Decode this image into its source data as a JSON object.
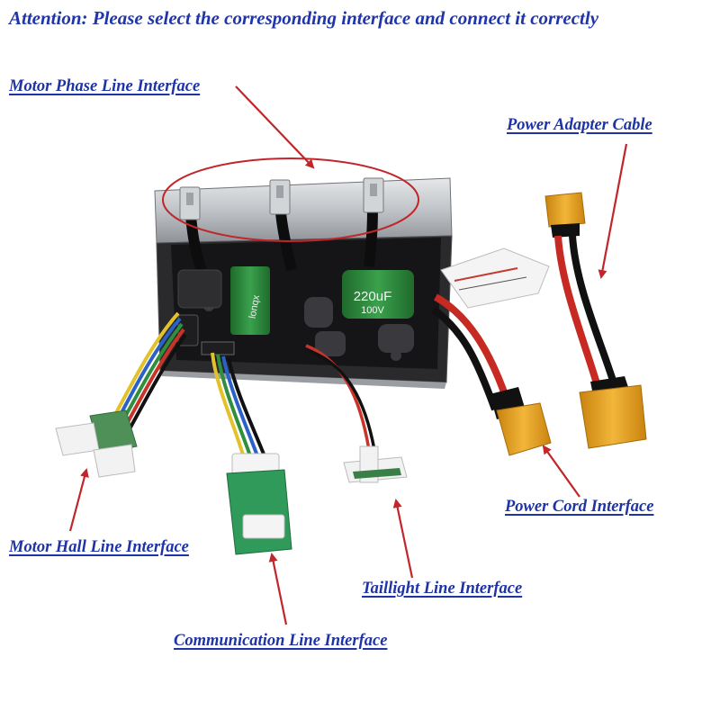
{
  "attention": "Attention: Please select the corresponding interface and connect it correctly",
  "labels": {
    "motor_phase": "Motor Phase Line Interface",
    "power_adapter": "Power Adapter Cable",
    "motor_hall": "Motor Hall Line Interface",
    "power_cord": "Power Cord Interface",
    "taillight": "Taillight Line Interface",
    "communication": "Communication Line Interface"
  },
  "components": {
    "capacitor_1": "220uF",
    "capacitor_1_voltage": "100V",
    "capacitor_2": "lonqx"
  },
  "colors": {
    "label_text": "#1e33a6",
    "arrow": "#c0262a",
    "board": "#1a1a1c",
    "heatsink": "#c9ccd0",
    "xt_connector": "#e8a21c",
    "capacitor_green": "#2f8a3e"
  }
}
